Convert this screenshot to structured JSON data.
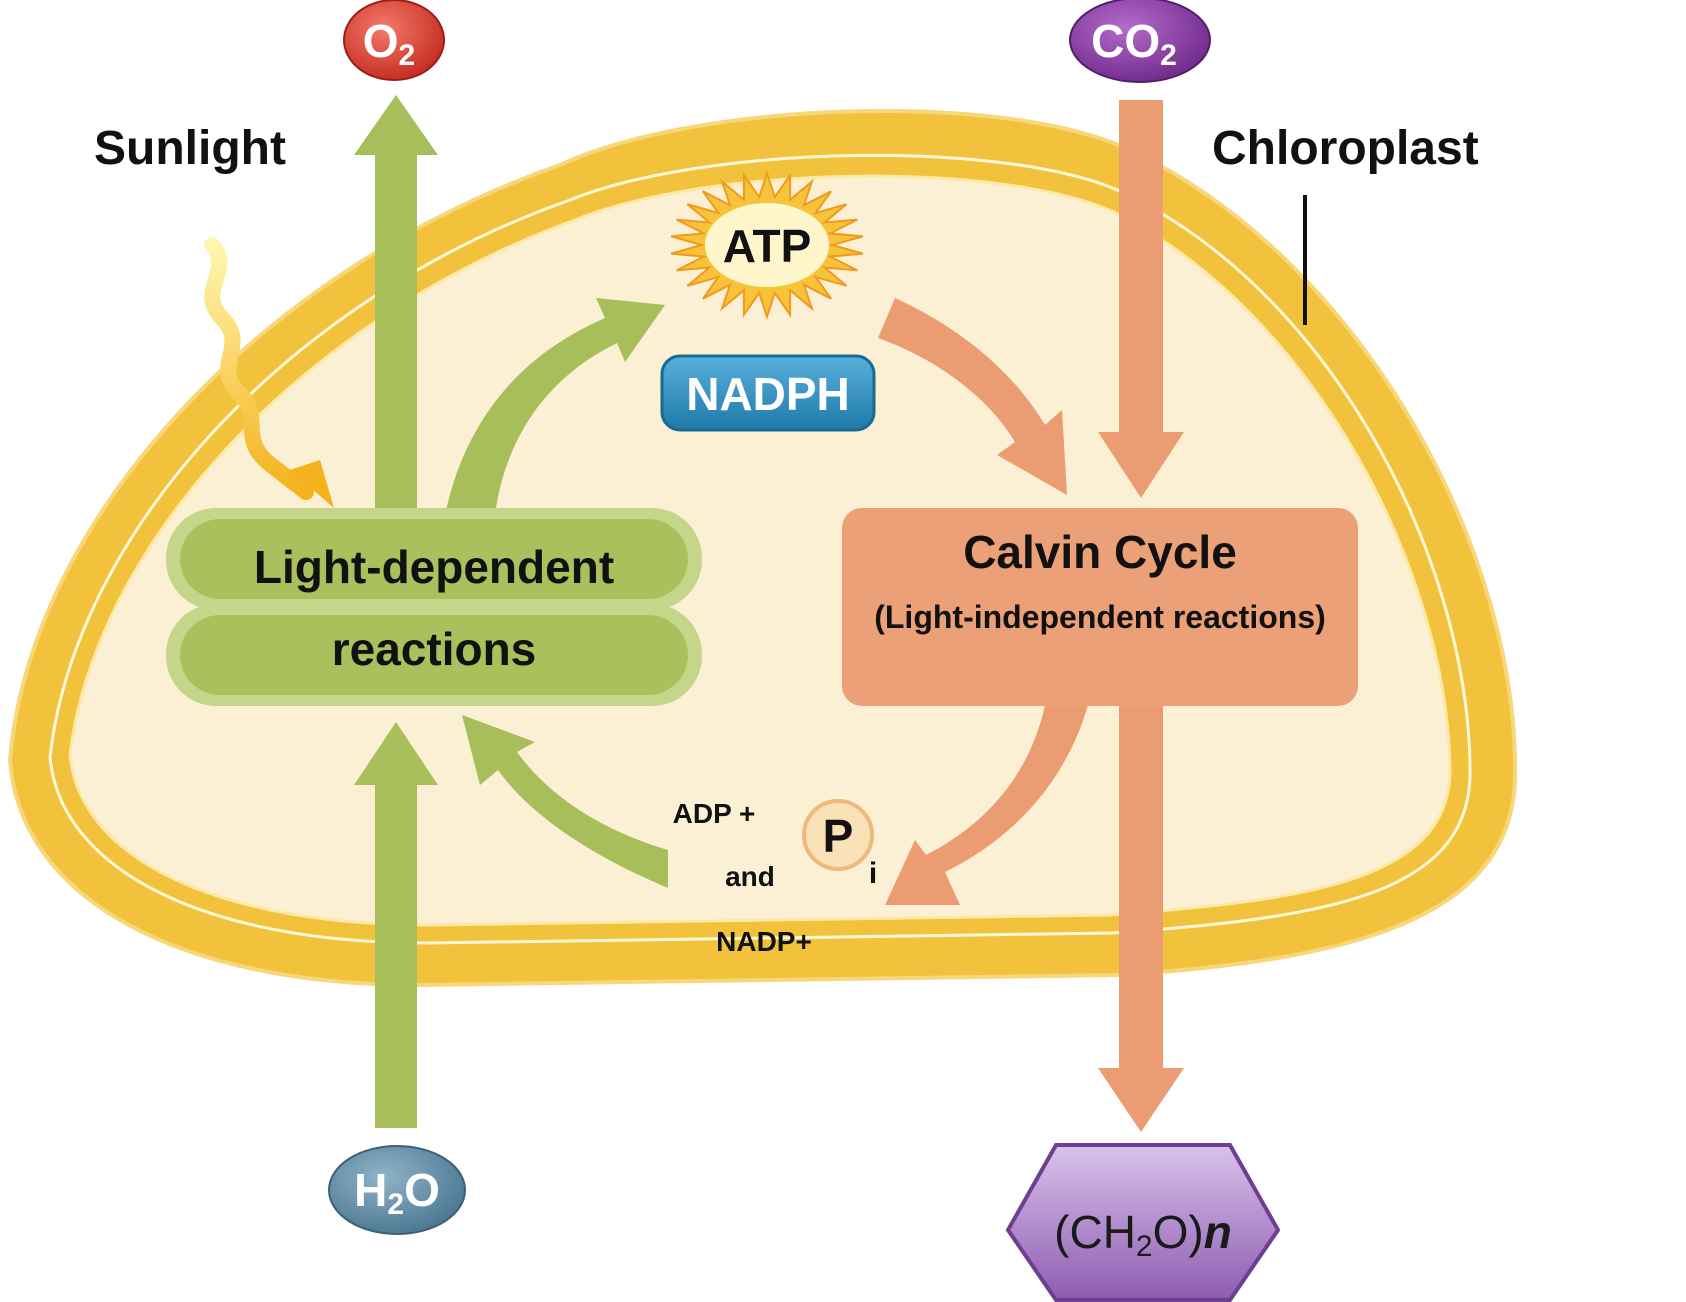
{
  "labels": {
    "sunlight": "Sunlight",
    "chloroplast": "Chloroplast",
    "light_reactions_line1": "Light-dependent",
    "light_reactions_line2": "reactions",
    "calvin_title": "Calvin Cycle",
    "calvin_subtitle": "(Light-independent reactions)",
    "atp": "ATP",
    "nadph": "NADPH",
    "adp": "ADP +",
    "and": "and",
    "nadp": "NADP+",
    "pi_main": "P",
    "pi_sub": "i"
  },
  "molecules": {
    "o2_main": "O",
    "o2_sub": "2",
    "co2_main": "CO",
    "co2_sub": "2",
    "h2o_h": "H",
    "h2o_sub": "2",
    "h2o_o": "O",
    "sugar_open": "(CH",
    "sugar_sub": "2",
    "sugar_close": "O)",
    "sugar_n": "n"
  },
  "colors": {
    "membrane": "#f2c23c",
    "stroma": "#fbf0d4",
    "green_arrow": "#a7be5a",
    "thylakoid": "#a9c05c",
    "salmon": "#eb9c73",
    "calvin_box": "#eca078",
    "o2": "#d93a2b",
    "co2": "#8a3a9e",
    "h2o": "#5a86a0",
    "nadph": "#2f8fbf",
    "sugar": "#9a6bb8",
    "atp_burst": "#f7c33a"
  }
}
